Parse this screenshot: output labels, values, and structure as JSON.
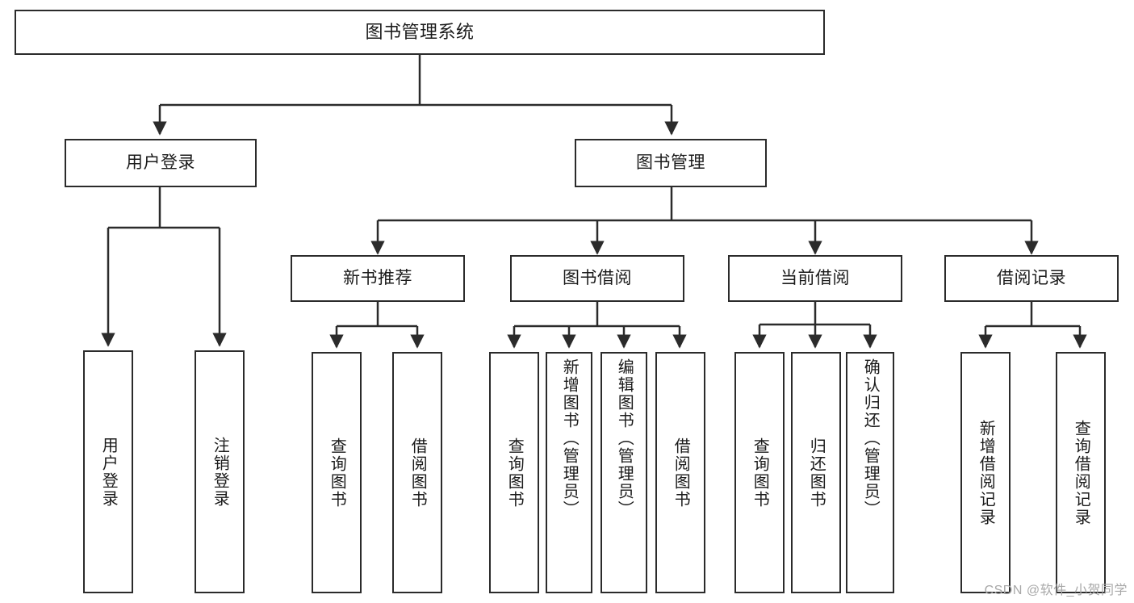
{
  "diagram": {
    "title": "图书管理系统",
    "type": "hierarchy-tree",
    "root": {
      "id": "root",
      "label": "图书管理系统"
    },
    "level1": [
      {
        "id": "user-login",
        "label": "用户登录"
      },
      {
        "id": "book-management",
        "label": "图书管理"
      }
    ],
    "level2": [
      {
        "id": "new-book-recommend",
        "label": "新书推荐",
        "parent": "book-management"
      },
      {
        "id": "book-borrow",
        "label": "图书借阅",
        "parent": "book-management"
      },
      {
        "id": "current-borrow",
        "label": "当前借阅",
        "parent": "book-management"
      },
      {
        "id": "borrow-record",
        "label": "借阅记录",
        "parent": "book-management"
      }
    ],
    "leaves": {
      "user-login": [
        {
          "id": "leaf-user-login",
          "label": "用户登录"
        },
        {
          "id": "leaf-user-logout",
          "label": "注销登录"
        }
      ],
      "new-book-recommend": [
        {
          "id": "leaf-query-book-1",
          "label": "查询图书"
        },
        {
          "id": "leaf-borrow-book-1",
          "label": "借阅图书"
        }
      ],
      "book-borrow": [
        {
          "id": "leaf-query-book-2",
          "label": "查询图书"
        },
        {
          "id": "leaf-add-book",
          "label": "新增图书（管理员）"
        },
        {
          "id": "leaf-edit-book",
          "label": "编辑图书（管理员）"
        },
        {
          "id": "leaf-borrow-book-2",
          "label": "借阅图书"
        }
      ],
      "current-borrow": [
        {
          "id": "leaf-query-book-3",
          "label": "查询图书"
        },
        {
          "id": "leaf-return-book",
          "label": "归还图书"
        },
        {
          "id": "leaf-confirm-return",
          "label": "确认归还（管理员）"
        }
      ],
      "borrow-record": [
        {
          "id": "leaf-add-record",
          "label": "新增借阅记录"
        },
        {
          "id": "leaf-query-record",
          "label": "查询借阅记录"
        }
      ]
    },
    "watermark": "CSDN @软件_小贺同学",
    "colors": {
      "stroke": "#2b2b2b",
      "fill": "#ffffff",
      "text": "#1b1b1b",
      "watermark": "#a8a8a8"
    }
  }
}
